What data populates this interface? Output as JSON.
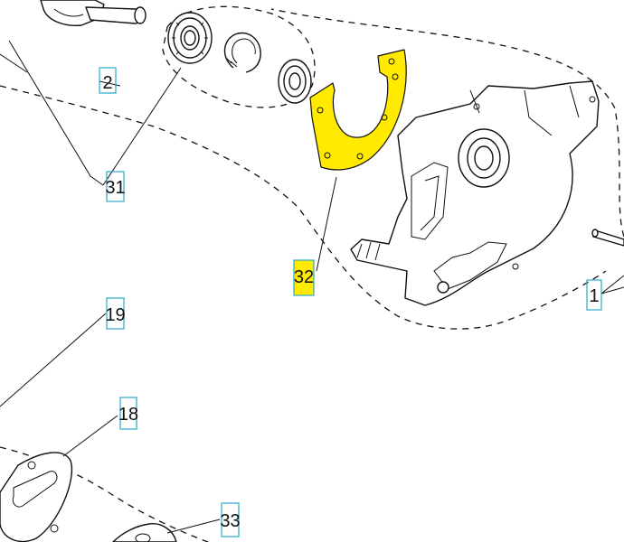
{
  "diagram": {
    "highlight_color": "#ffea00",
    "callout_box_color": "#2aa6c8",
    "callouts": [
      {
        "id": "c2",
        "label": "2",
        "highlighted": false
      },
      {
        "id": "c31",
        "label": "31",
        "highlighted": false
      },
      {
        "id": "c32",
        "label": "32",
        "highlighted": true
      },
      {
        "id": "c1",
        "label": "1",
        "highlighted": false
      },
      {
        "id": "c19",
        "label": "19",
        "highlighted": false
      },
      {
        "id": "c18",
        "label": "18",
        "highlighted": false
      },
      {
        "id": "c33",
        "label": "33",
        "highlighted": false
      }
    ],
    "parts": [
      {
        "name": "crankshaft",
        "icon": "crankshaft-icon"
      },
      {
        "name": "bearing",
        "icon": "ball-bearing-icon"
      },
      {
        "name": "circlip",
        "icon": "circlip-icon"
      },
      {
        "name": "oil-seal",
        "icon": "oil-seal-icon"
      },
      {
        "name": "gasket",
        "icon": "gasket-icon",
        "highlighted": true
      },
      {
        "name": "crankcase-half",
        "icon": "crankcase-icon"
      },
      {
        "name": "pin",
        "icon": "pin-icon"
      },
      {
        "name": "intake-gasket",
        "icon": "intake-gasket-icon"
      }
    ]
  }
}
